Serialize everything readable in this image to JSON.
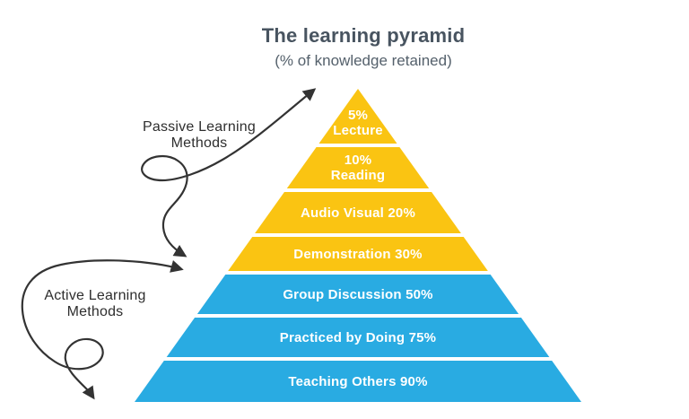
{
  "header": {
    "title": "The learning pyramid",
    "subtitle": "(% of knowledge retained)"
  },
  "annotations": {
    "passive": {
      "lines": [
        "Passive Learning",
        "Methods"
      ]
    },
    "active": {
      "lines": [
        "Active Learning",
        "Methods"
      ]
    }
  },
  "pyramid": {
    "levels": [
      {
        "id": "lecture",
        "group": "passive",
        "lines": [
          "5%",
          "Lecture"
        ],
        "method": "Lecture",
        "percent": "5%"
      },
      {
        "id": "reading",
        "group": "passive",
        "lines": [
          "10%",
          "Reading"
        ],
        "method": "Reading",
        "percent": "10%"
      },
      {
        "id": "audio-visual",
        "group": "passive",
        "lines": [
          "Audio Visual 20%"
        ],
        "method": "Audio Visual",
        "percent": "20%"
      },
      {
        "id": "demonstration",
        "group": "passive",
        "lines": [
          "Demonstration 30%"
        ],
        "method": "Demonstration",
        "percent": "30%"
      },
      {
        "id": "group-discussion",
        "group": "active",
        "lines": [
          "Group Discussion 50%"
        ],
        "method": "Group Discussion",
        "percent": "50%"
      },
      {
        "id": "practiced-by-doing",
        "group": "active",
        "lines": [
          "Practiced by Doing 75%"
        ],
        "method": "Practiced by Doing",
        "percent": "75%"
      },
      {
        "id": "teaching-others",
        "group": "active",
        "lines": [
          "Teaching Others 90%"
        ],
        "method": "Teaching Others",
        "percent": "90%"
      }
    ]
  },
  "colors": {
    "passive_band": "#FAC412",
    "active_band": "#29ABE2",
    "band_text": "#FFFFFF",
    "title_text": "#485460",
    "annotation_text": "#2E2E2E",
    "arrow": "#333333",
    "background": "#FFFFFF"
  }
}
